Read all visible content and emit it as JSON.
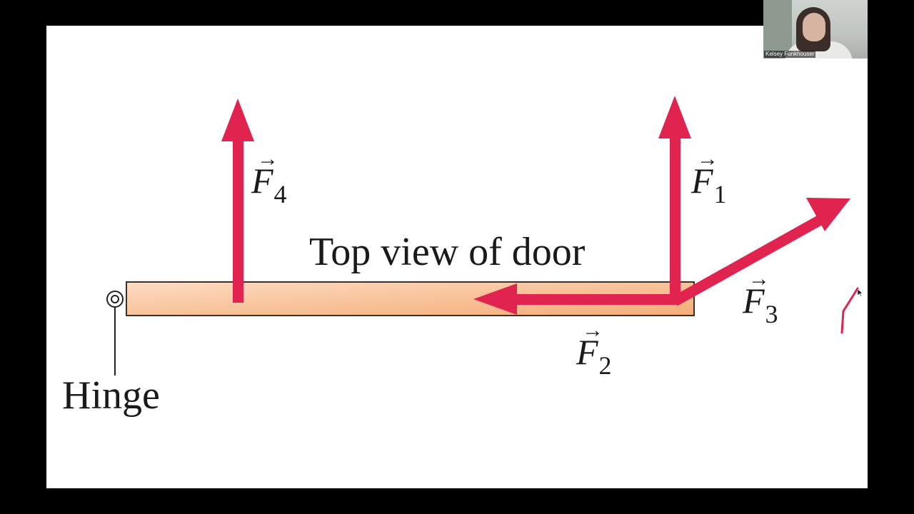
{
  "slide": {
    "caption": "Top view of door",
    "hinge_label": "Hinge",
    "forces": [
      {
        "id": "f1",
        "symbol": "F",
        "vector_mark": "→",
        "subscript": "1"
      },
      {
        "id": "f2",
        "symbol": "F",
        "vector_mark": "→",
        "subscript": "2"
      },
      {
        "id": "f3",
        "symbol": "F",
        "vector_mark": "→",
        "subscript": "3"
      },
      {
        "id": "f4",
        "symbol": "F",
        "vector_mark": "→",
        "subscript": "4"
      }
    ],
    "colors": {
      "arrow": "#e0244f",
      "door_fill": "#f7b98a",
      "door_stroke": "#333333"
    }
  },
  "video": {
    "participant_name": "Kelsey Funkhouser"
  }
}
